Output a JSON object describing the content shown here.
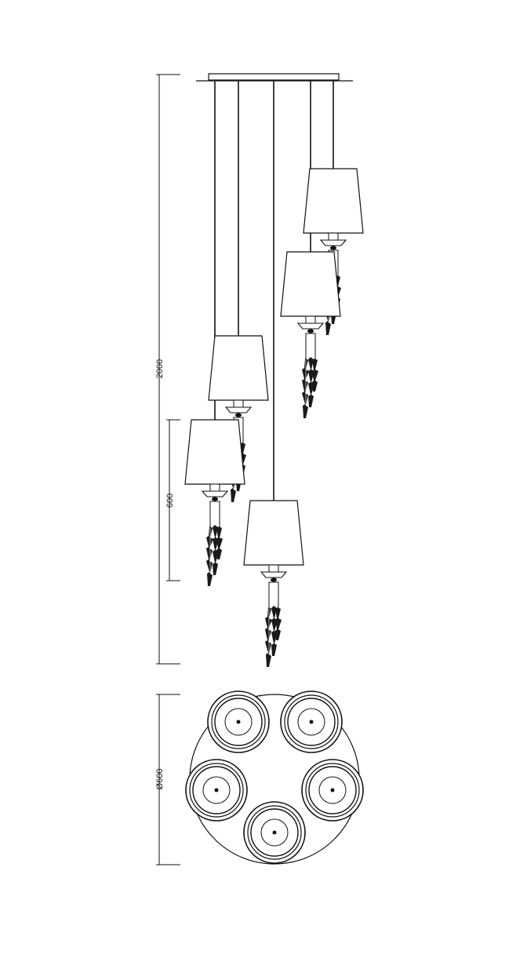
{
  "dimensions": {
    "total_height": "2000",
    "lamp_spacing": "600",
    "base_diameter": "Ø600"
  },
  "colors": {
    "line": "#111111",
    "crystal": "#1a1a1a",
    "background": "#ffffff"
  }
}
